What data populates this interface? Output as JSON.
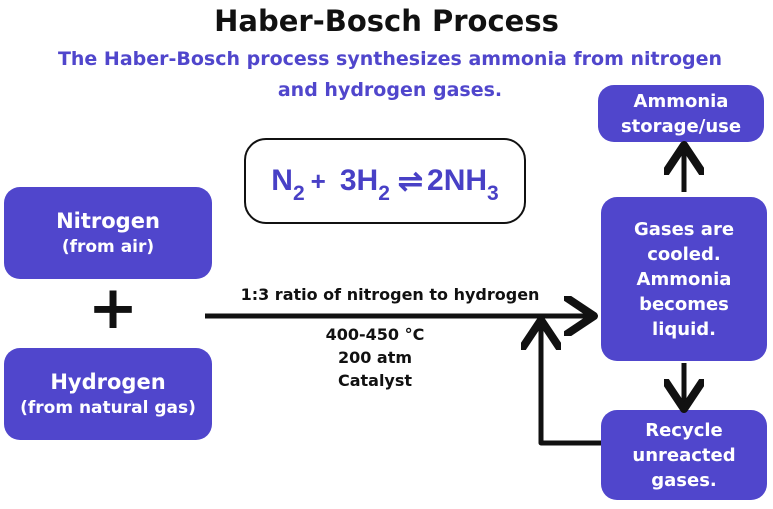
{
  "title": "Haber-Bosch Process",
  "subtitle": "The Haber-Bosch process synthesizes ammonia from nitrogen and hydrogen gases.",
  "equation": {
    "reactant1": "N",
    "reactant1_sub": "2",
    "plus": "+",
    "reactant2": "3H",
    "reactant2_sub": "2",
    "arrow": "⇌",
    "product": "2NH",
    "product_sub": "3"
  },
  "nitrogen": {
    "label": "Nitrogen",
    "source": "(from air)"
  },
  "plus_sign": "+",
  "hydrogen": {
    "label": "Hydrogen",
    "source": "(from natural gas)"
  },
  "reaction_arrow": {
    "label": "1:3 ratio of nitrogen to hydrogen",
    "conditions": [
      "400-450 °C",
      "200 atm",
      "Catalyst"
    ]
  },
  "cooling": {
    "lines": [
      "Gases are",
      "cooled.",
      "Ammonia",
      "becomes",
      "liquid."
    ]
  },
  "storage": {
    "lines": [
      "Ammonia",
      "storage/use"
    ]
  },
  "recycle": {
    "lines": [
      "Recycle",
      "unreacted",
      "gases."
    ]
  },
  "colors": {
    "box": "#5046cc",
    "text": "#111111",
    "accent": "#5046cc"
  }
}
